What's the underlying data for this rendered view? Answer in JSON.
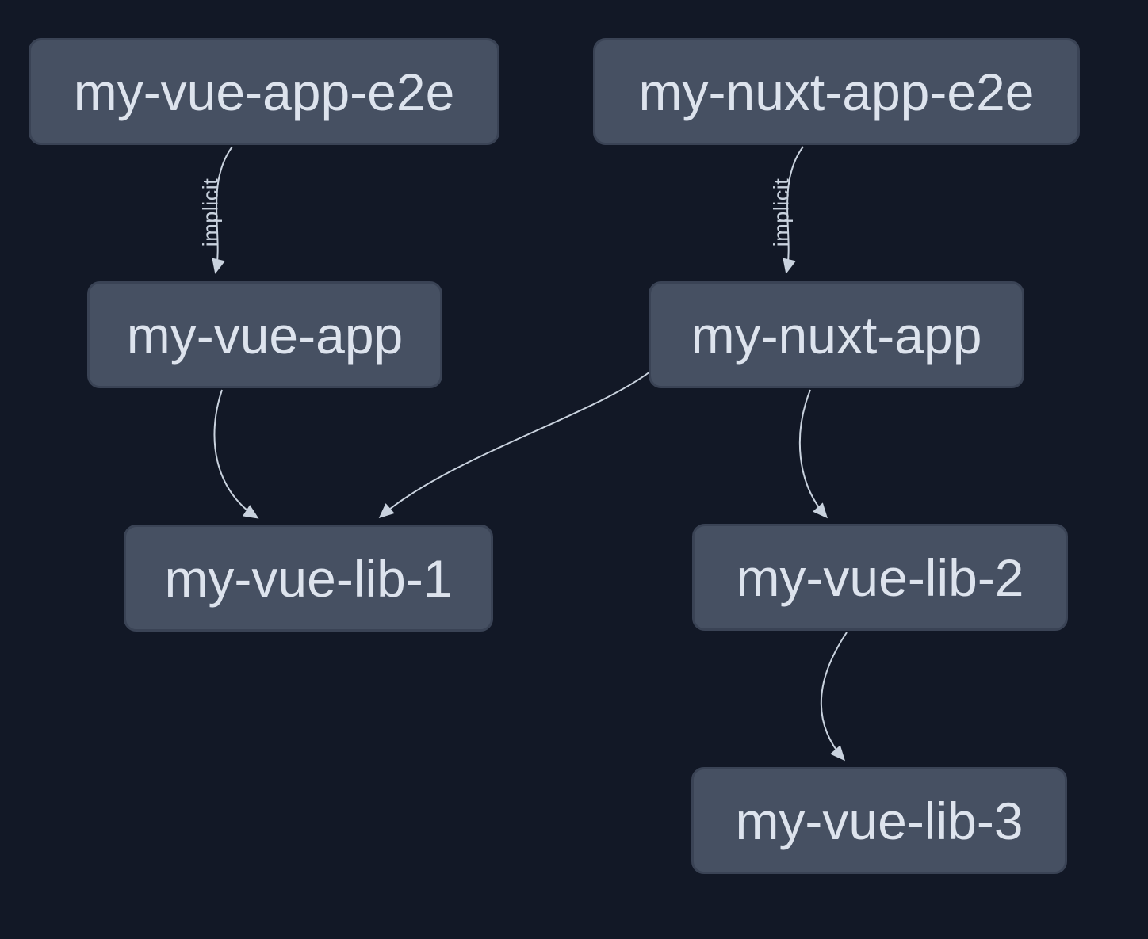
{
  "graph": {
    "nodes": [
      {
        "id": "my-vue-app-e2e",
        "label": "my-vue-app-e2e"
      },
      {
        "id": "my-nuxt-app-e2e",
        "label": "my-nuxt-app-e2e"
      },
      {
        "id": "my-vue-app",
        "label": "my-vue-app"
      },
      {
        "id": "my-nuxt-app",
        "label": "my-nuxt-app"
      },
      {
        "id": "my-vue-lib-1",
        "label": "my-vue-lib-1"
      },
      {
        "id": "my-vue-lib-2",
        "label": "my-vue-lib-2"
      },
      {
        "id": "my-vue-lib-3",
        "label": "my-vue-lib-3"
      }
    ],
    "edges": [
      {
        "source": "my-vue-app-e2e",
        "target": "my-vue-app",
        "label": "implicit"
      },
      {
        "source": "my-nuxt-app-e2e",
        "target": "my-nuxt-app",
        "label": "implicit"
      },
      {
        "source": "my-vue-app",
        "target": "my-vue-lib-1"
      },
      {
        "source": "my-nuxt-app",
        "target": "my-vue-lib-1"
      },
      {
        "source": "my-nuxt-app",
        "target": "my-vue-lib-2"
      },
      {
        "source": "my-vue-lib-2",
        "target": "my-vue-lib-3"
      }
    ],
    "colors": {
      "background": "#121826",
      "node_fill": "#465062",
      "node_border": "#3a4355",
      "node_text": "#dde3ed",
      "edge_stroke": "#c9d2de",
      "edge_label": "#c9d2de"
    }
  }
}
